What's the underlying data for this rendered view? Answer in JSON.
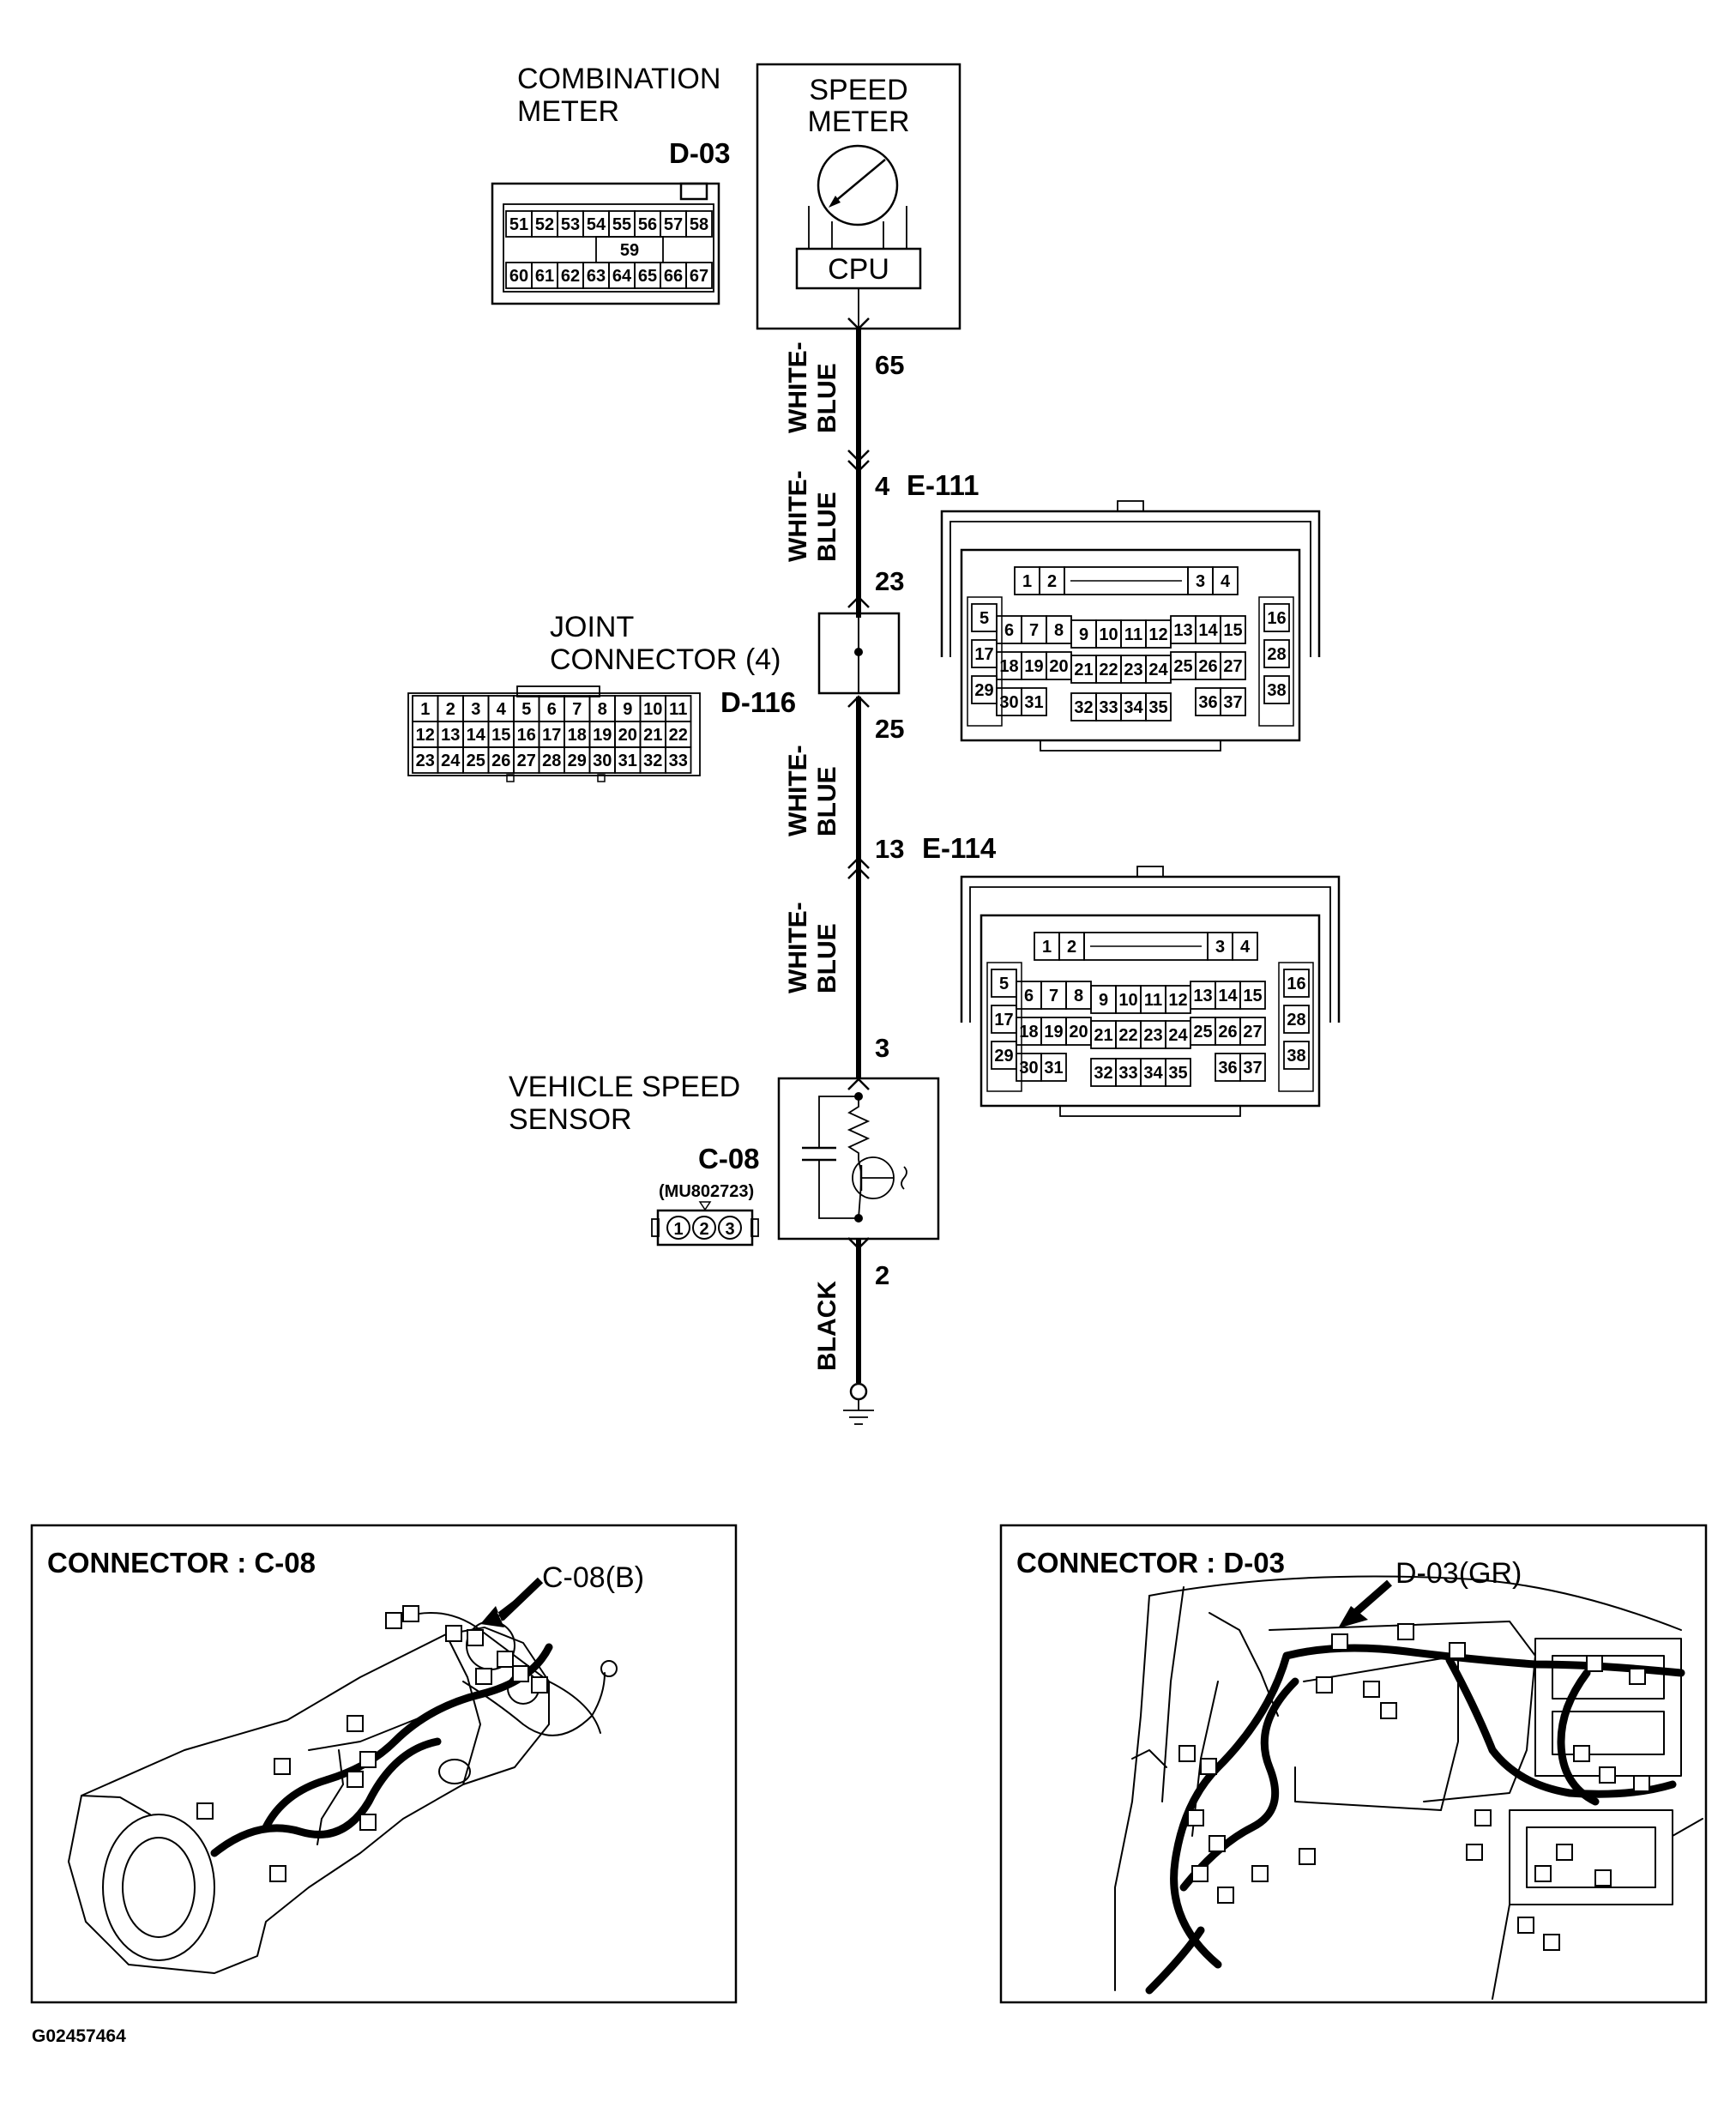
{
  "components": {
    "combination_meter": {
      "name_line1": "COMBINATION",
      "name_line2": "METER",
      "connector": "D-03"
    },
    "speed_meter": {
      "name_line1": "SPEED",
      "name_line2": "METER",
      "cpu": "CPU"
    },
    "joint_connector": {
      "name_line1": "JOINT",
      "name_line2": "CONNECTOR (4)",
      "connector": "D-116"
    },
    "vehicle_speed_sensor": {
      "name_line1": "VEHICLE SPEED",
      "name_line2": "SENSOR",
      "connector": "C-08",
      "part_no": "(MU802723)"
    }
  },
  "connector_d03": {
    "row1": [
      "51",
      "52",
      "53",
      "54",
      "55",
      "56",
      "57",
      "58"
    ],
    "row2": [
      "59"
    ],
    "row3": [
      "60",
      "61",
      "62",
      "63",
      "64",
      "65",
      "66",
      "67"
    ]
  },
  "connector_d116": {
    "row1": [
      "1",
      "2",
      "3",
      "4",
      "5",
      "6",
      "7",
      "8",
      "9",
      "10",
      "11"
    ],
    "row2": [
      "12",
      "13",
      "14",
      "15",
      "16",
      "17",
      "18",
      "19",
      "20",
      "21",
      "22"
    ],
    "row3": [
      "23",
      "24",
      "25",
      "26",
      "27",
      "28",
      "29",
      "30",
      "31",
      "32",
      "33"
    ]
  },
  "connector_c08": [
    "1",
    "2",
    "3"
  ],
  "intermediate_connectors": [
    {
      "id": "E-111",
      "pin": "4"
    },
    {
      "id": "E-114",
      "pin": "13"
    }
  ],
  "large_connector": {
    "row_top": [
      "1",
      "2",
      "3",
      "4"
    ],
    "row_a": [
      "5",
      "6",
      "7",
      "8",
      "9",
      "10",
      "11",
      "12",
      "13",
      "14",
      "15",
      "16"
    ],
    "row_b": [
      "17",
      "18",
      "19",
      "20",
      "21",
      "22",
      "23",
      "24",
      "25",
      "26",
      "27",
      "28"
    ],
    "row_c": [
      "29",
      "30",
      "31",
      "32",
      "33",
      "34",
      "35",
      "36",
      "37",
      "38"
    ]
  },
  "pins": {
    "meter_out": "65",
    "e111_in": "4",
    "joint_in": "23",
    "joint_out": "25",
    "e114_in": "13",
    "sensor_in": "3",
    "sensor_out": "2"
  },
  "wires": {
    "seg1_line1": "WHITE-",
    "seg1_line2": "BLUE",
    "seg2_line1": "WHITE-",
    "seg2_line2": "BLUE",
    "seg3_line1": "WHITE-",
    "seg3_line2": "BLUE",
    "seg4_line1": "WHITE-",
    "seg4_line2": "BLUE",
    "ground": "BLACK"
  },
  "panels": {
    "left": {
      "title": "CONNECTOR : C-08",
      "callout": "C-08(B)"
    },
    "right": {
      "title": "CONNECTOR : D-03",
      "callout": "D-03(GR)"
    }
  },
  "figure_id": "G02457464"
}
